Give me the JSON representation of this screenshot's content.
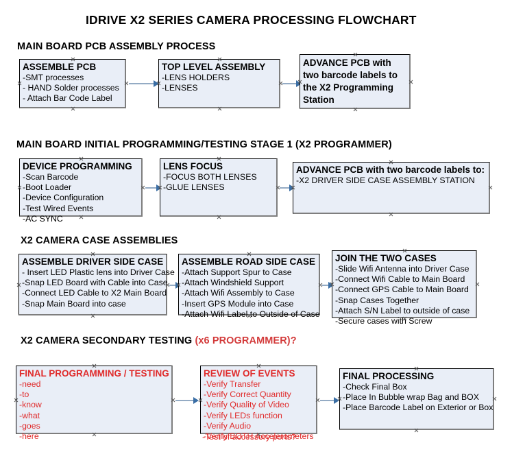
{
  "document": {
    "title": "IDRIVE X2  SERIES CAMERA PROCESSING FLOWCHART"
  },
  "colors": {
    "box_fill": "#e9eef7",
    "box_border": "#000000",
    "box_shadow": "#7e7e7e",
    "connector": "#94abc4",
    "arrowhead": "#3a6ea5",
    "accent_red": "#e02b2b",
    "title_black": "#000000"
  },
  "sections": [
    {
      "heading": "MAIN BOARD PCB ASSEMBLY PROCESS",
      "heading_accent": "",
      "boxes": [
        {
          "title": "ASSEMBLE PCB",
          "items": [
            "-SMT processes",
            "- HAND Solder processes",
            "- Attach Bar Code Label"
          ]
        },
        {
          "title": "TOP LEVEL ASSEMBLY",
          "items": [
            "-LENS HOLDERS",
            "-LENSES"
          ]
        },
        {
          "title": "ADVANCE PCB with two barcode labels to the  X2 Programming Station",
          "items": []
        }
      ]
    },
    {
      "heading": "MAIN BOARD INITIAL PROGRAMMING/TESTING STAGE 1 (X2 PROGRAMMER)",
      "heading_accent": "",
      "boxes": [
        {
          "title": "DEVICE PROGRAMMING",
          "items": [
            "-Scan Barcode",
            "-Boot Loader",
            "-Device Configuration",
            "-Test Wired Events",
            "-AC SYNC"
          ]
        },
        {
          "title": "LENS FOCUS",
          "items": [
            "-FOCUS BOTH LENSES",
            "-GLUE LENSES"
          ]
        },
        {
          "title": "ADVANCE PCB with two barcode labels to:",
          "items": [
            "-X2 DRIVER  SIDE  CASE  ASSEMBLY STATION"
          ]
        }
      ]
    },
    {
      "heading": "X2 CAMERA CASE ASSEMBLIES",
      "heading_accent": "",
      "boxes": [
        {
          "title": "ASSEMBLE DRIVER SIDE CASE",
          "items": [
            "- Insert LED Plastic lens into Driver Case",
            "-Snap LED Board with Cable into Case",
            "-Connect LED Cable to X2 Main Board",
            "-Snap Main Board into case"
          ]
        },
        {
          "title": "ASSEMBLE ROAD SIDE CASE",
          "items": [
            "-Attach Support Spur to Case",
            "-Attach Windshield Support",
            "-Attach Wifi Assembly to Case",
            "-Insert GPS Module into Case",
            "-Attach Wifi Label to Outside of Case"
          ]
        },
        {
          "title": "JOIN THE TWO CASES",
          "items": [
            "-Slide Wifi Antenna into Driver Case",
            "-Connect Wifi Cable to Main Board",
            "-Connect GPS Cable to Main Board",
            "-Snap Cases Together",
            "-Attach S/N Label to outside of case",
            "-Secure cases with Screw"
          ]
        }
      ]
    },
    {
      "heading": "X2 CAMERA SECONDARY TESTING ",
      "heading_accent": "(x6 PROGRAMMER)?",
      "boxes": [
        {
          "title": "FINAL PROGRAMMING / TESTING",
          "items": [
            "-need",
            "-to",
            "-know",
            "-what",
            "-goes",
            "-here"
          ]
        },
        {
          "title": "REVIEW OF EVENTS",
          "items": [
            "-Verify Transfer",
            "-Verify Correct Quantity",
            "-Verify Quality of Video",
            "-Verify LEDs function",
            "-Verify Audio",
            "-Verify BOTH Accelerometers"
          ],
          "overflow_item": "-Test of accessory ports?"
        },
        {
          "title": "FINAL PROCESSING",
          "items": [
            " -Check Final Box",
            "-Place In Bubble wrap Bag and BOX",
            "-Place Barcode Label on Exterior or Box"
          ]
        }
      ]
    }
  ]
}
